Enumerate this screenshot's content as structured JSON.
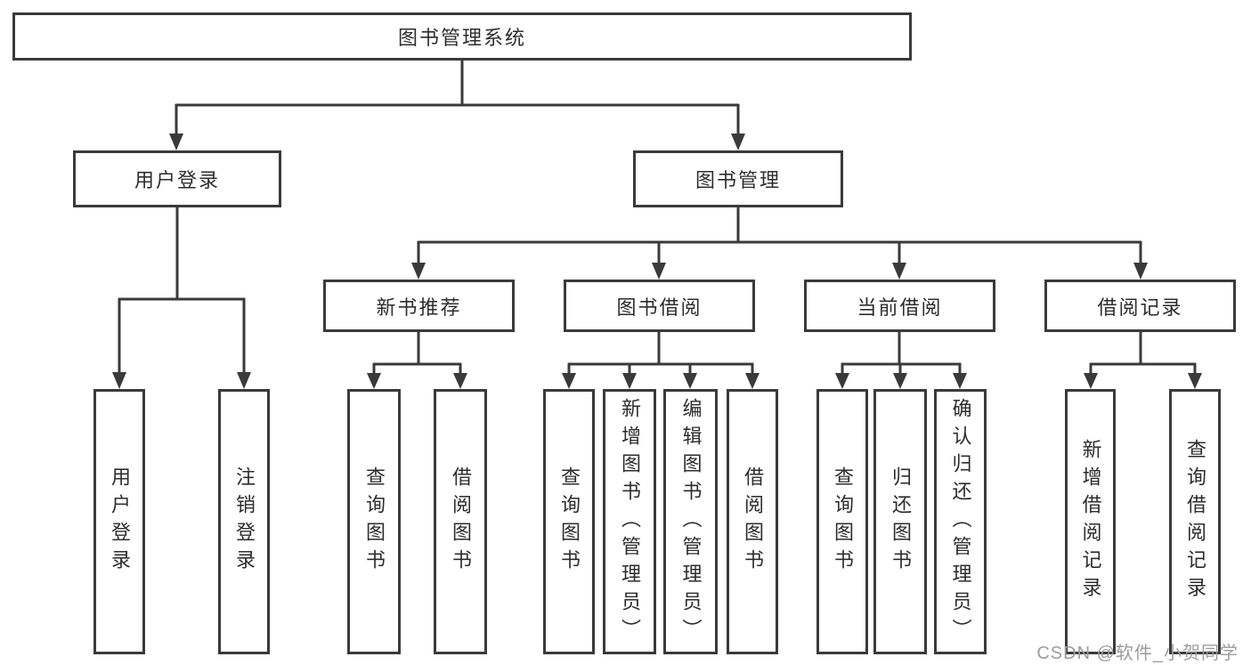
{
  "colors": {
    "background": "#ffffff",
    "line": "#3a3a3a",
    "text": "#2d2d2d",
    "watermark": "#9c9c9c"
  },
  "nodes": {
    "root": {
      "label": "图书管理系统"
    },
    "level2": [
      {
        "label": "用户登录"
      },
      {
        "label": "图书管理"
      }
    ],
    "level3": [
      {
        "label": "新书推荐"
      },
      {
        "label": "图书借阅"
      },
      {
        "label": "当前借阅"
      },
      {
        "label": "借阅记录"
      }
    ],
    "leaves": [
      {
        "label": "用户登录"
      },
      {
        "label": "注销登录"
      },
      {
        "label": "查询图书"
      },
      {
        "label": "借阅图书"
      },
      {
        "label": "查询图书"
      },
      {
        "label": "新增图书（管理员）"
      },
      {
        "label": "编辑图书（管理员）"
      },
      {
        "label": "借阅图书"
      },
      {
        "label": "查询图书"
      },
      {
        "label": "归还图书"
      },
      {
        "label": "确认归还（管理员）"
      },
      {
        "label": "新增借阅记录"
      },
      {
        "label": "查询借阅记录"
      }
    ]
  },
  "watermark": {
    "text": "CSDN @软件_小贺同学"
  }
}
